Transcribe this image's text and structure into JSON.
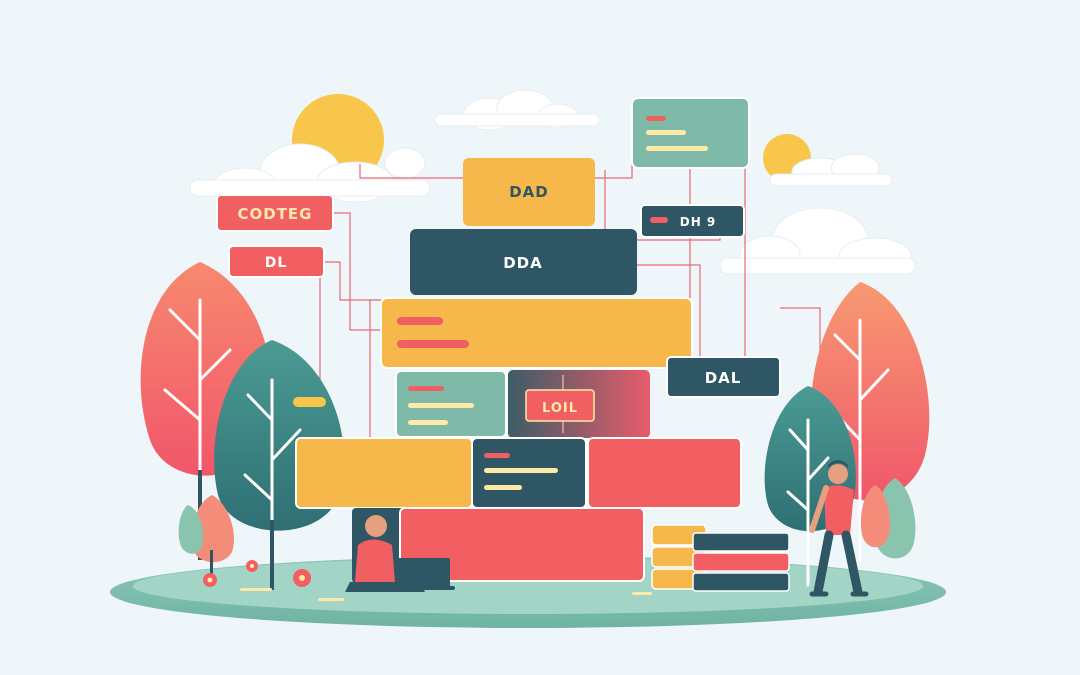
{
  "labels": {
    "top_block": "DAD",
    "left_tag_1": "CODTEG",
    "left_tag_2": "DL",
    "center_block": "DDA",
    "right_tag_1": "DH 9",
    "right_tag_2": "DAL",
    "small_tag": "LOIL"
  },
  "colors": {
    "background": "#eef6fa",
    "navy": "#2f5664",
    "teal": "#7fbaa8",
    "yellow": "#f6b84a",
    "coral": "#f25f63",
    "cream": "#fde9a8",
    "tree_coral": "#f87a6c",
    "tree_teal": "#3b8a86"
  }
}
